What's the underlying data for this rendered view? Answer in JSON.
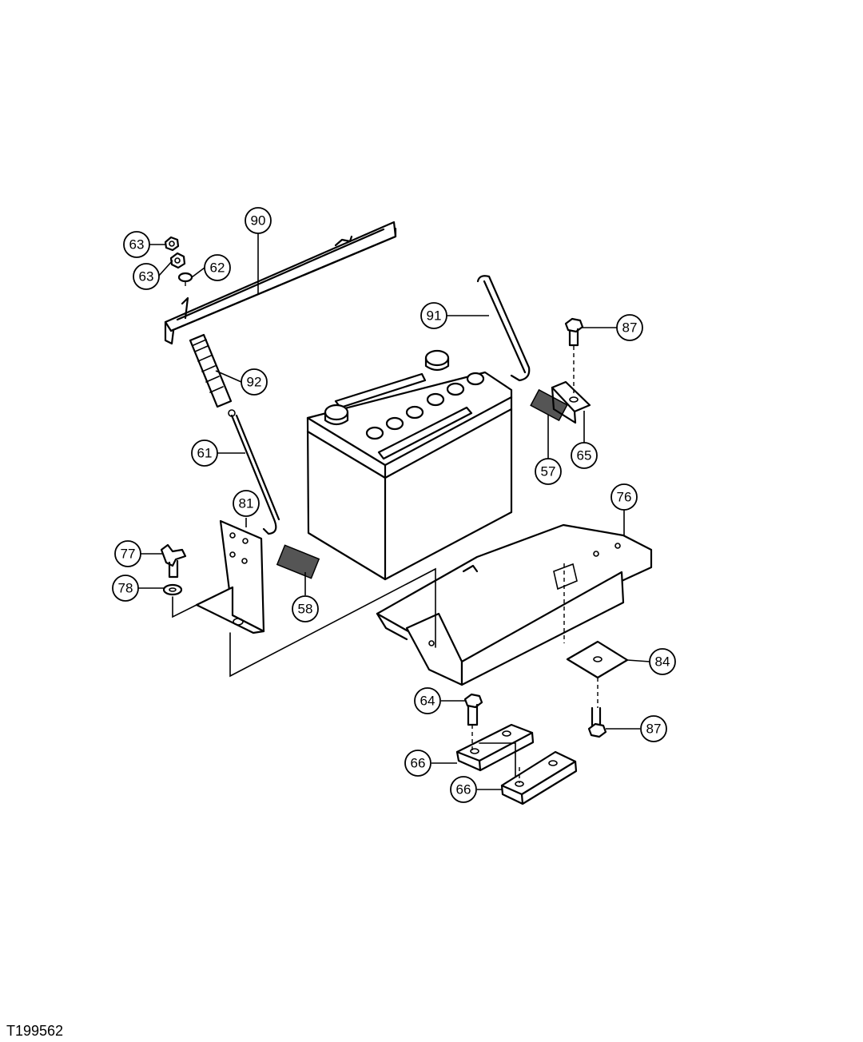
{
  "figure_id": "T199562",
  "callouts": [
    "90",
    "63",
    "63",
    "62",
    "92",
    "61",
    "91",
    "87",
    "57",
    "65",
    "81",
    "77",
    "78",
    "58",
    "76",
    "84",
    "64",
    "87",
    "66",
    "66"
  ]
}
